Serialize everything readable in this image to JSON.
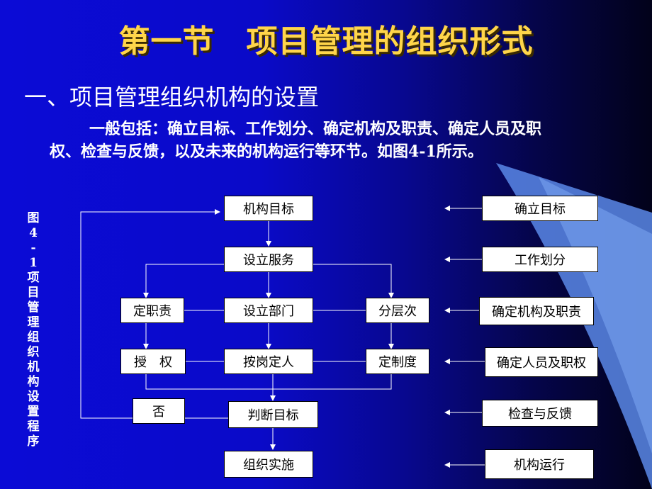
{
  "title": "第一节　项目管理的组织形式",
  "subtitle": "一、项目管理组织机构的设置",
  "paragraph": {
    "line1": "一般包括：确立目标、工作划分、确定机构及职责、确定人员及职",
    "line2": "权、检查与反馈，以及未来的机构运行等环节。如图4-1所示。"
  },
  "figure_caption_chars": [
    "图",
    "4",
    "-",
    "1",
    "项",
    "目",
    "管",
    "理",
    "组",
    "织",
    "机",
    "构",
    "设",
    "置",
    "程",
    "序"
  ],
  "flow": {
    "goal": "机构目标",
    "service": "设立服务",
    "duty": "定职责",
    "dept": "设立部门",
    "layer": "分层次",
    "auth": "授　权",
    "staff": "按岗定人",
    "rules": "定制度",
    "no": "否",
    "judge": "判断目标",
    "implement": "组织实施"
  },
  "steps": {
    "s1": "确立目标",
    "s2": "工作划分",
    "s3": "确定机构及职责",
    "s4": "确定人员及职权",
    "s5": "检查与反馈",
    "s6": "机构运行"
  },
  "colors": {
    "title": "#ffd54a",
    "text": "#ffffff",
    "box": "#ffffff"
  }
}
